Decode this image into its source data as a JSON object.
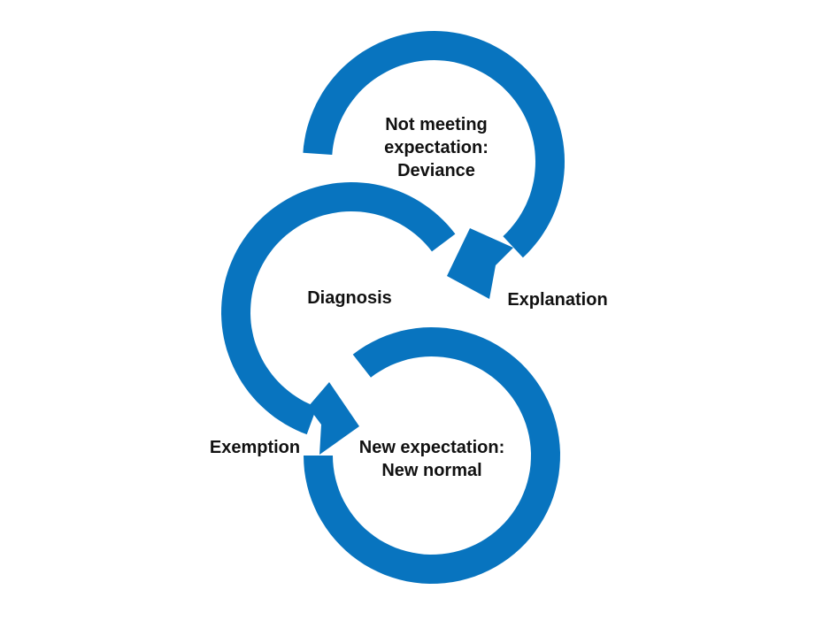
{
  "diagram": {
    "type": "cyclical flow",
    "accent_color": "#0874bf",
    "text_color": "#111111",
    "background": "#ffffff",
    "nodes": [
      {
        "id": "deviance",
        "lines": [
          "Not meeting",
          "expectation:",
          "Deviance"
        ]
      },
      {
        "id": "diagnosis",
        "lines": [
          "Diagnosis"
        ]
      },
      {
        "id": "new-normal",
        "lines": [
          "New expectation:",
          "New normal"
        ]
      }
    ],
    "transitions": [
      {
        "from": "deviance",
        "to": "diagnosis",
        "label": "Explanation"
      },
      {
        "from": "diagnosis",
        "to": "new-normal",
        "label": "Exemption"
      }
    ]
  }
}
